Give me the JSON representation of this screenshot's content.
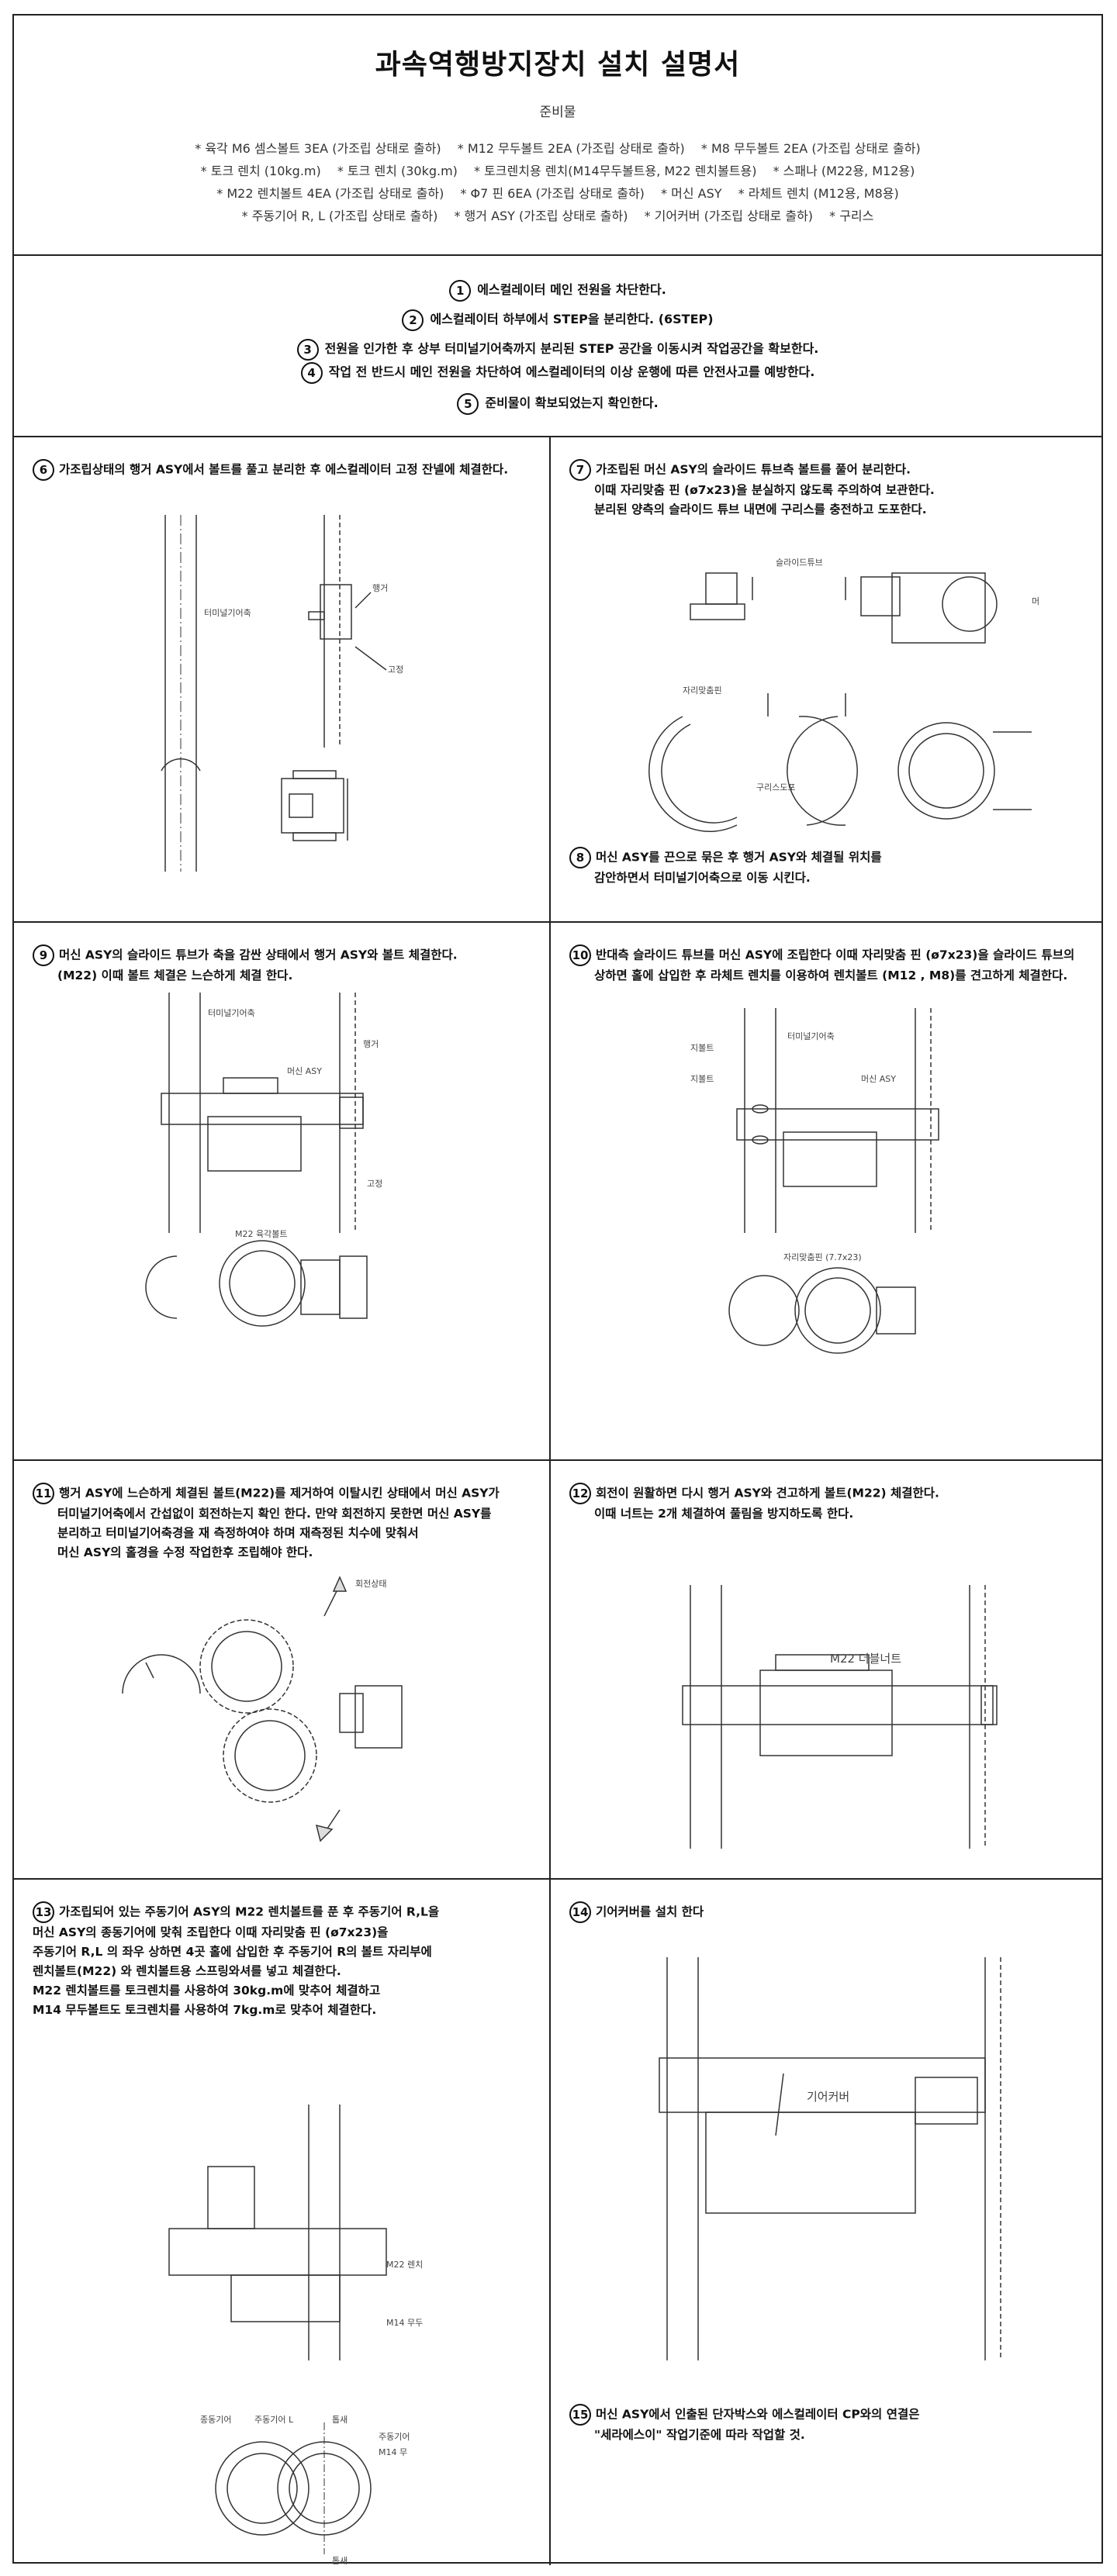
{
  "title": "과속역행방지장치 설치 설명서",
  "subtitle": "준비물",
  "materials": [
    "* 육각 M6 셈스볼트 3EA (가조립 상태로 출하)",
    "* M12 무두볼트 2EA (가조립 상태로 출하)",
    "* M8 무두볼트 2EA (가조립 상태로 출하)",
    "* 토크 렌치 (10kg.m)",
    "* 토크 렌치 (30kg.m)",
    "* 토크렌치용 렌치(M14무두볼트용, M22 렌치볼트용)",
    "* 스패나 (M22용, M12용)",
    "* M22 렌치볼트 4EA (가조립 상태로 출하)",
    "* Φ7 핀 6EA (가조립 상태로 출하)",
    "* 머신 ASY",
    "* 라체트 렌치 (M12용, M8용)",
    "* 주동기어 R, L (가조립 상태로 출하)",
    "* 행거 ASY (가조립 상태로 출하)",
    "* 기어커버 (가조립 상태로 출하)",
    "* 구리스"
  ],
  "steps": [
    {
      "num": "1",
      "text": "에스컬레이터 메인 전원을 차단한다."
    },
    {
      "num": "2",
      "text": "에스컬레이터 하부에서 STEP을 분리한다. (6STEP)"
    },
    {
      "num": "3",
      "text": "전원을 인가한 후 상부 터미널기어축까지 분리된 STEP 공간을 이동시켜 작업공간을 확보한다."
    },
    {
      "num": "4",
      "text": "작업 전 반드시 메인 전원을 차단하여 에스컬레이터의 이상 운행에 따른 안전사고를 예방한다."
    },
    {
      "num": "5",
      "text": "준비물이 확보되었는지 확인한다."
    }
  ],
  "cells": {
    "s6": {
      "num": "6",
      "lines": [
        "가조립상태의 행거 ASY에서 볼트를 풀고 분리한 후 에스컬레이터 고정 잔넬에 체결한다."
      ]
    },
    "s7": {
      "num": "7",
      "lines": [
        "가조립된 머신 ASY의 슬라이드 튜브측 볼트를 풀어 분리한다.",
        "이때 자리맞춤 핀 (ø7x23)을 분실하지 않도록 주의하여 보관한다.",
        "분리된 양측의 슬라이드 튜브 내면에 구리스를 충전하고 도포한다."
      ]
    },
    "s8": {
      "num": "8",
      "lines": [
        "머신 ASY를 끈으로 묶은 후 행거 ASY와 체결될 위치를",
        "감안하면서 터미널기어축으로 이동 시킨다."
      ]
    },
    "s9": {
      "num": "9",
      "lines": [
        "머신 ASY의 슬라이드 튜브가 축을 감싼 상태에서 행거 ASY와 볼트 체결한다.",
        "(M22) 이때 볼트 체결은 느슨하게 체결 한다."
      ]
    },
    "s10": {
      "num": "10",
      "lines": [
        "반대측 슬라이드 튜브를 머신 ASY에 조립한다 이때 자리맞춤 핀 (ø7x23)을 슬라이드 튜브의",
        "상하면 홀에 삽입한 후 라체트 렌치를 이용하여 렌치볼트 (M12 , M8)를 견고하게 체결한다."
      ]
    },
    "s11": {
      "num": "11",
      "lines": [
        "행거 ASY에 느슨하게 체결된 볼트(M22)를 제거하여 이탈시킨 상태에서 머신 ASY가",
        "터미널기어축에서 간섭없이 회전하는지 확인 한다. 만약 회전하지 못한면 머신 ASY를",
        "분리하고 터미널기어축경을 재 측정하여야 하며 재측정된 치수에 맞춰서",
        "머신 ASY의 홀경을 수정 작업한후 조립해야 한다."
      ]
    },
    "s12": {
      "num": "12",
      "lines": [
        "회전이 원활하면 다시 행거 ASY와 견고하게 볼트(M22) 체결한다.",
        "이때 너트는 2개 체결하여 풀림을 방지하도록 한다."
      ]
    },
    "s13": {
      "num": "13",
      "lines": [
        "가조립되어 있는 주동기어 ASY의 M22 렌치볼트를 푼 후 주동기어 R,L을",
        "머신 ASY의 종동기어에 맞춰 조립한다 이때 자리맞춤 핀 (ø7x23)을",
        "주동기어 R,L 의 좌우 상하면 4곳 홀에 삽입한 후 주동기어 R의 볼트 자리부에",
        "렌치볼트(M22) 와 렌치볼트용 스프링와셔를 넣고 체결한다.",
        "M22 렌치볼트를 토크렌치를 사용하여 30kg.m에 맞추어 체결하고",
        "M14 무두볼트도 토크렌치를 사용하여 7kg.m로 맞추어 체결한다."
      ]
    },
    "s14": {
      "num": "14",
      "lines": [
        "기어커버를 설치 한다"
      ]
    },
    "s15": {
      "num": "15",
      "lines": [
        "머신 ASY에서 인출된 단자박스와 에스컬레이터 CP와의 연결은",
        "\"세라에스이\" 작업기준에 따라 작업할 것."
      ]
    }
  },
  "diagram_labels": {
    "terminal_gear_shaft": "터미널기어축",
    "hanger": "행거",
    "fixed": "고정",
    "slide_tube": "슬라이드튜브",
    "alignment_pin": "자리맞춤핀",
    "grease_apply": "구리스도포",
    "machine_asy": "머신 ASY",
    "m22_hex_bolt": "M22 육각볼트",
    "ji_bolt": "지볼트",
    "alignment_pin_size": "자리맞춤핀 (7.7x23)",
    "rotation_state": "회전상태",
    "m22_double_nut": "M22 더블너트",
    "m22_wrench": "M22 렌치",
    "m14_set": "M14 무두",
    "driven_gear": "종동기어",
    "drive_gear_l": "주동기어 L",
    "drive_gear_r": "주동기어",
    "m14_set2": "M14 무",
    "top_label": "톱새",
    "gear_cover": "기어커버",
    "mo": "머"
  }
}
